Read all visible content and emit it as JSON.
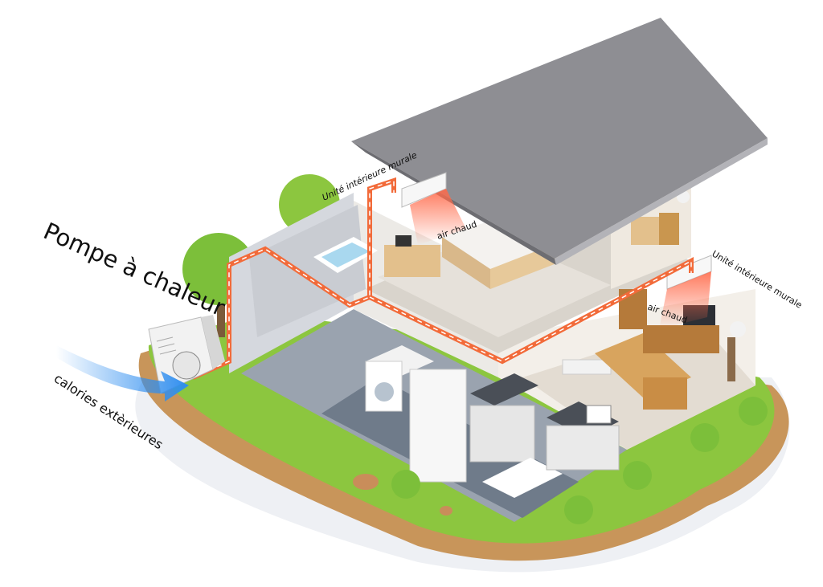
{
  "title": "Pompe à chaleur",
  "labels": {
    "outside_air": "calories extèrieures",
    "indoor_unit_upstairs": "Unité intérieure murale",
    "indoor_unit_living": "Unité intérieure murale",
    "warm_air_bedroom": "air chaud",
    "warm_air_living": "air chaud"
  },
  "colors": {
    "roof": "#8e8e93",
    "grass": "#8cc63f",
    "soil": "#c8955a",
    "pipe": "#f26b3a",
    "air_flow": "#2f8ef0",
    "warm_air": "#ff6a4a"
  }
}
